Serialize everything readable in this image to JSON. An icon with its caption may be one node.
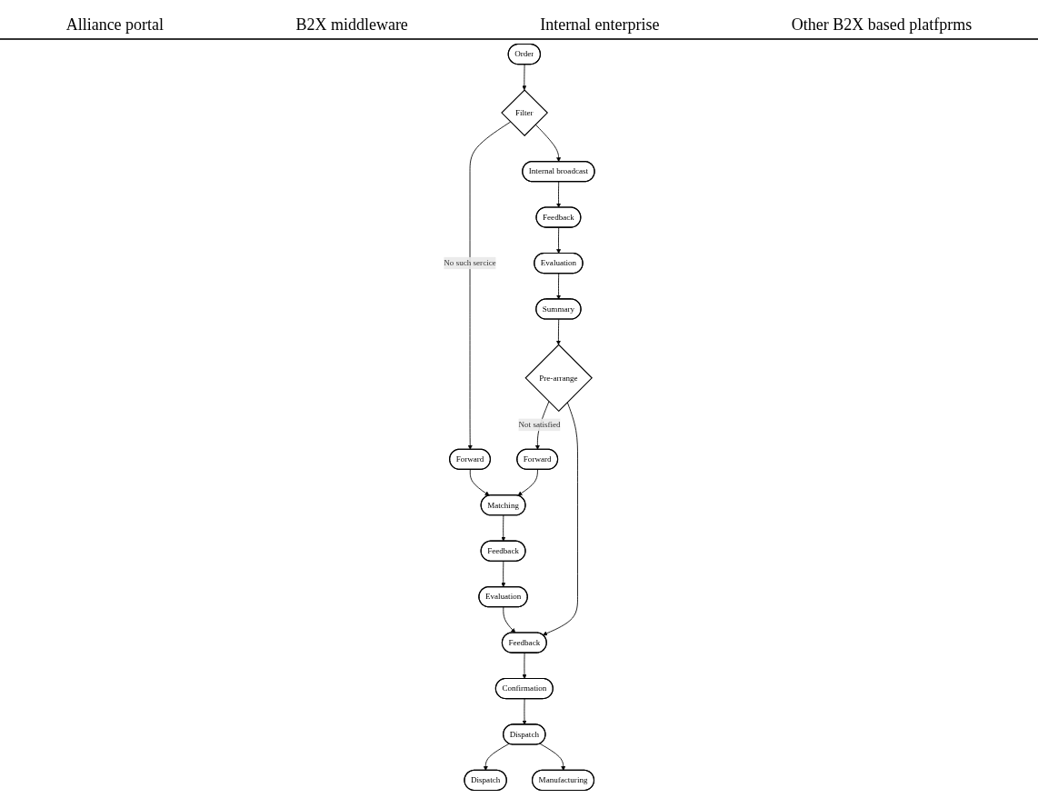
{
  "diagram": {
    "nodes": [
      {
        "text": [
          "Order"
        ]
      },
      {
        "text": [
          "Filter"
        ]
      },
      {
        "text": [
          "Forward"
        ]
      },
      {
        "text": [
          "Internal broadcast"
        ]
      },
      {
        "text": [
          "Matching"
        ]
      },
      {
        "text": [
          "Feedback"
        ]
      },
      {
        "text": [
          "Evaluation"
        ]
      },
      {
        "text": [
          "Summary"
        ]
      },
      {
        "text": [
          "Pre-arrange"
        ]
      },
      {
        "text": [
          "Forward"
        ]
      },
      {
        "text": [
          "Feedback"
        ]
      },
      {
        "text": [
          "Feedback"
        ]
      },
      {
        "text": [
          "Evaluation"
        ]
      },
      {
        "text": [
          "Confirmation"
        ]
      },
      {
        "text": [
          "Dispatch"
        ]
      },
      {
        "text": [
          "Dispatch"
        ]
      },
      {
        "text": [
          "Manufacturing"
        ]
      }
    ],
    "edges": [
      {
        "from": 0,
        "to": 1,
        "arrow": "to"
      },
      {
        "from": 1,
        "to": 2,
        "label": "No such sercice",
        "arrow": "to"
      },
      {
        "from": 1,
        "to": 3,
        "arrow": "to"
      },
      {
        "from": 2,
        "to": 4,
        "arrow": "to"
      },
      {
        "from": 3,
        "to": 5,
        "arrow": "to"
      },
      {
        "from": 5,
        "to": 6,
        "arrow": "to"
      },
      {
        "from": 6,
        "to": 7,
        "arrow": "to"
      },
      {
        "from": 7,
        "to": 8,
        "arrow": "to"
      },
      {
        "from": 8,
        "to": 9,
        "label": "Not satisfied",
        "arrow": "to"
      },
      {
        "from": 9,
        "to": 4,
        "arrow": "to"
      },
      {
        "from": 8,
        "to": 11,
        "arrow": "to"
      },
      {
        "from": 4,
        "to": 10,
        "arrow": "to"
      },
      {
        "from": 10,
        "to": 12,
        "arrow": "to"
      },
      {
        "from": 12,
        "to": 11,
        "arrow": "to"
      },
      {
        "from": 11,
        "to": 13,
        "arrow": "to"
      },
      {
        "from": 13,
        "to": 14,
        "arrow": "to"
      },
      {
        "from": 14,
        "to": 15,
        "arrow": "to"
      },
      {
        "from": 14,
        "to": 16,
        "arrow": "to"
      }
    ],
    "labels": [
      "Alliance portal",
      "B2X middleware",
      "Internal enterprise",
      "Other B2X based platfprms"
    ]
  }
}
